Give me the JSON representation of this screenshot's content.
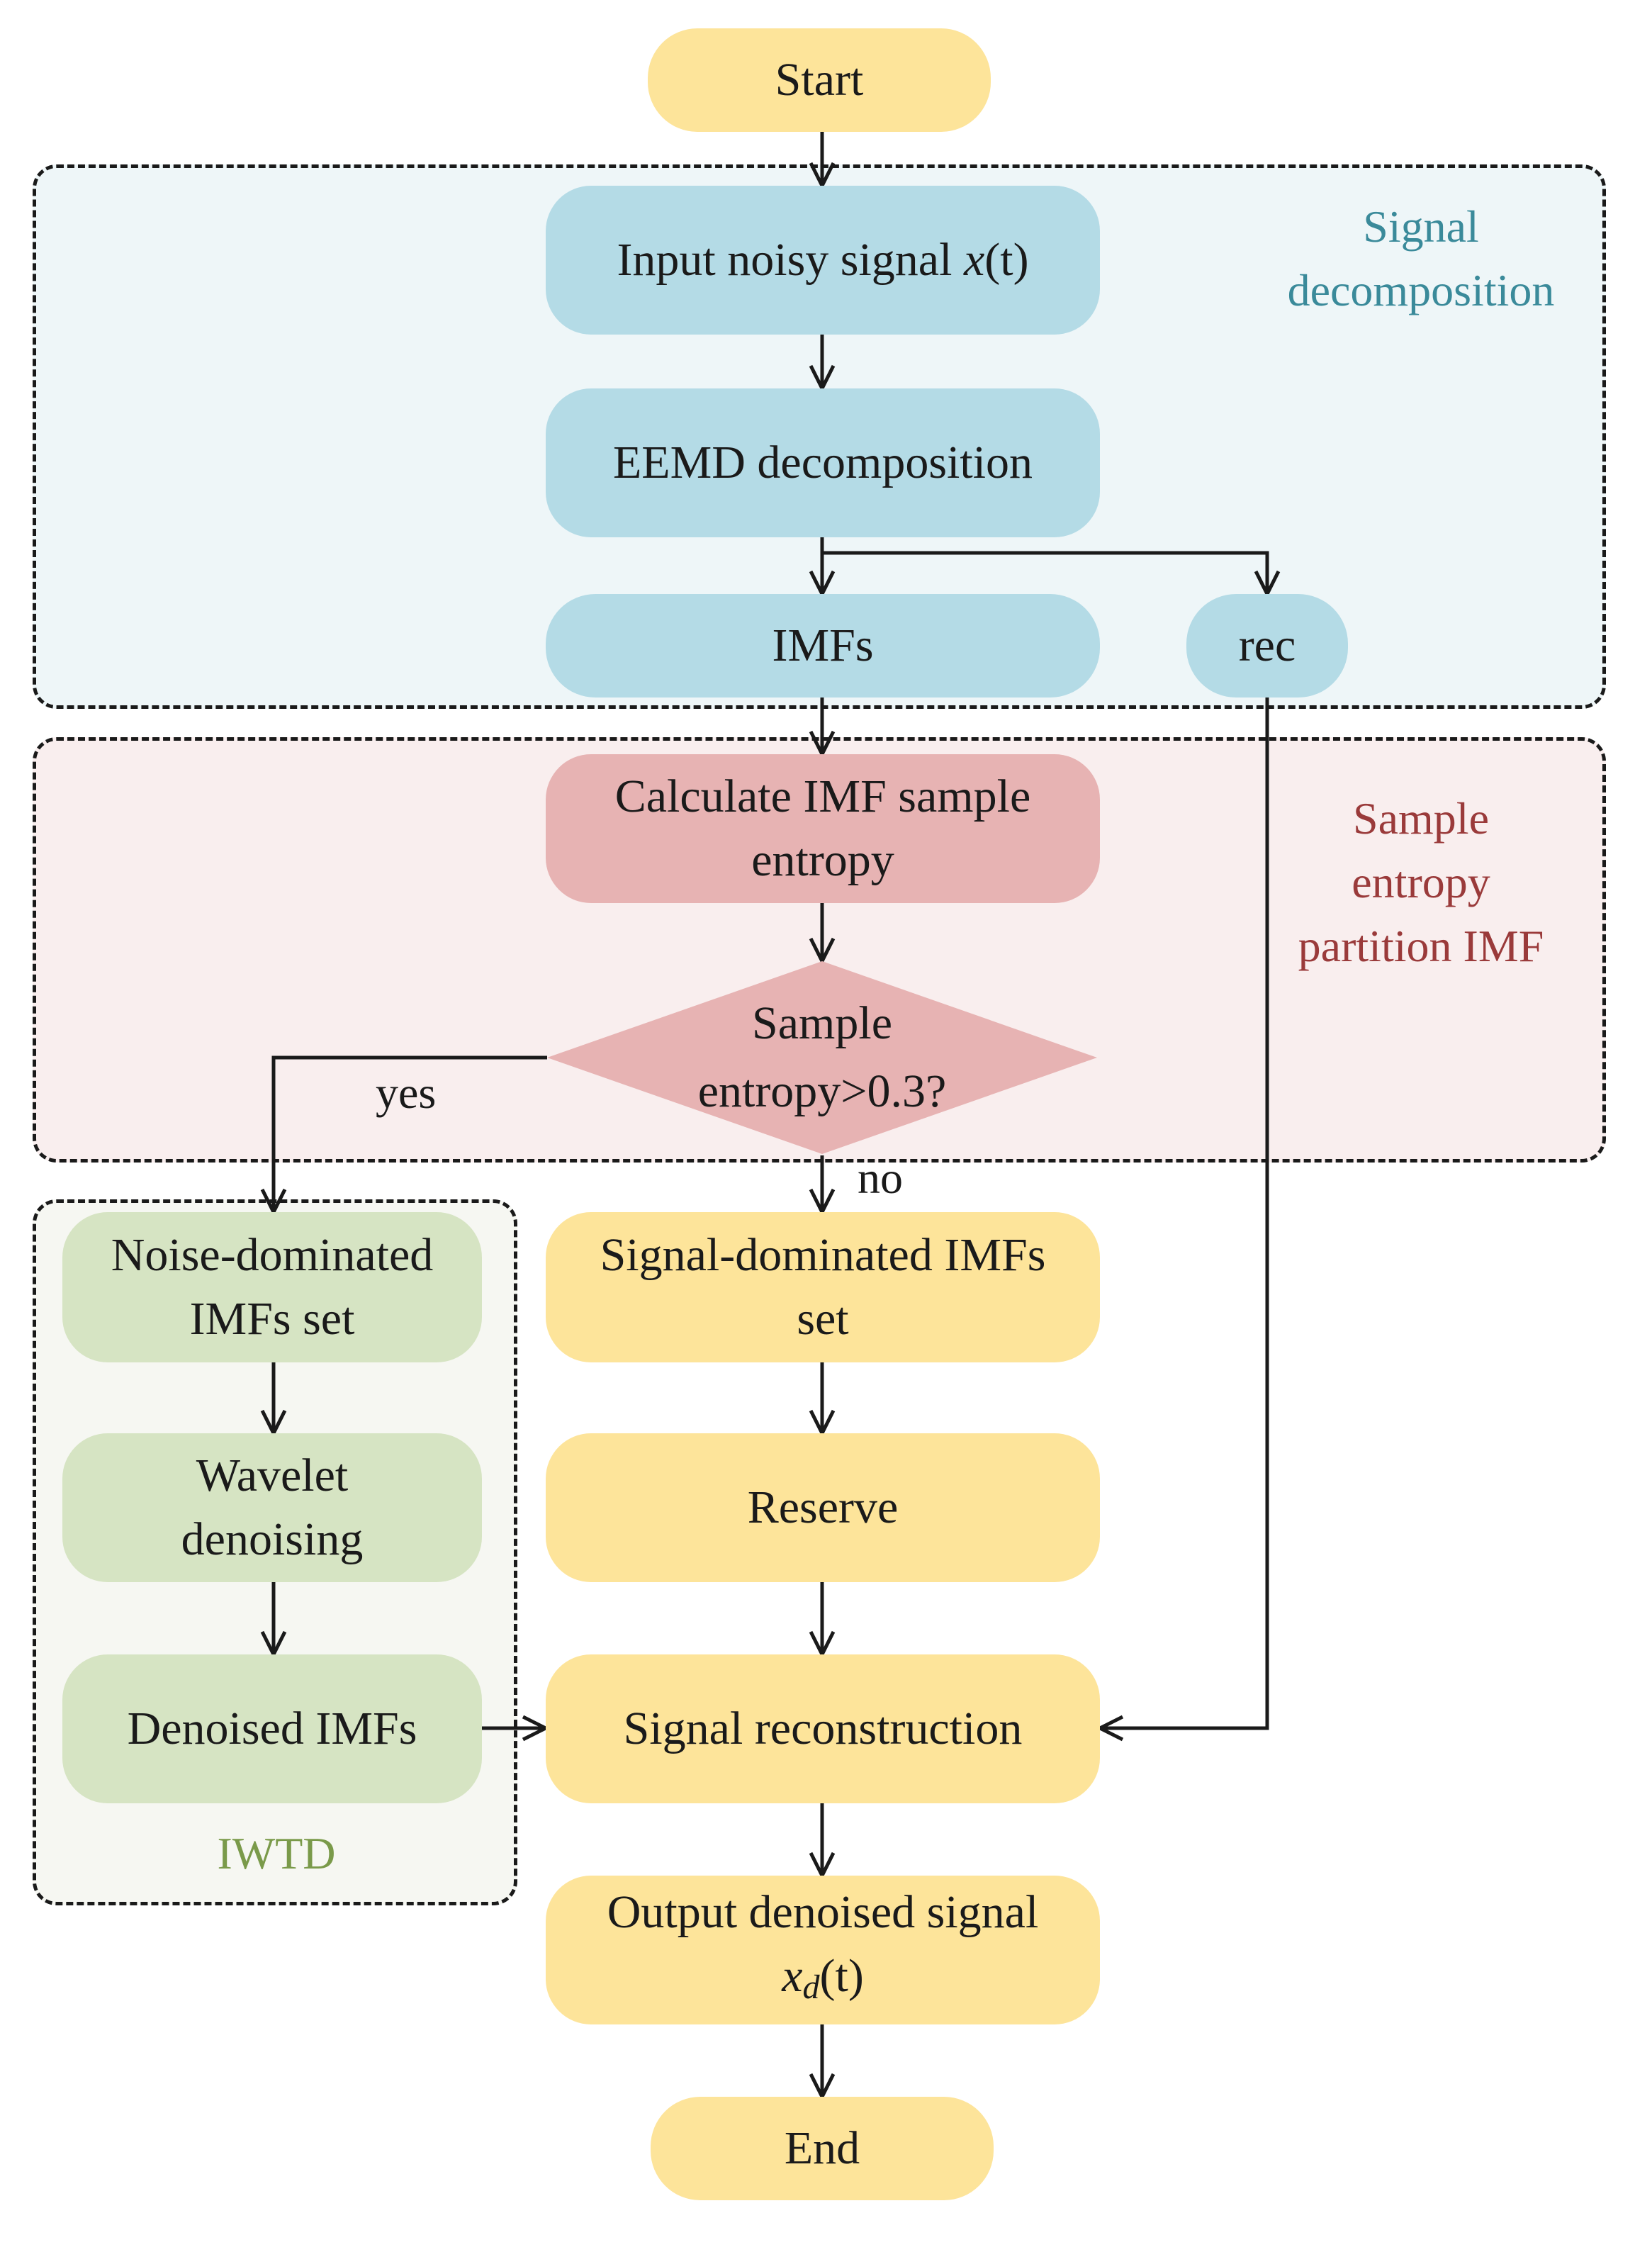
{
  "groups": {
    "decomposition": {
      "label": "Signal\ndecomposition",
      "color": "#3a8a9a",
      "fill": "#eef6f8"
    },
    "entropy": {
      "label": "Sample\nentropy\npartition IMF",
      "color": "#9a3a3a",
      "fill": "#f9eeee"
    },
    "iwtd": {
      "label": "IWTD",
      "color": "#7a9a4a",
      "fill": "#f6f7f2"
    }
  },
  "nodes": {
    "start": "Start",
    "input_prefix": "Input noisy signal ",
    "input_var": "x",
    "input_arg": "(t)",
    "eemd": "EEMD decomposition",
    "imfs": "IMFs",
    "rec": "rec",
    "calc_entropy": "Calculate IMF sample\nentropy",
    "decision": "Sample\nentropy>0.3?",
    "noise_set": "Noise-dominated\nIMFs set",
    "wavelet": "Wavelet\ndenoising",
    "denoised_imfs": "Denoised IMFs",
    "signal_set": "Signal-dominated IMFs\nset",
    "reserve": "Reserve",
    "reconstruction": "Signal reconstruction",
    "output_line1": "Output denoised signal",
    "output_var": "x",
    "output_sub": "d",
    "output_arg": "(t)",
    "end": "End"
  },
  "edge_labels": {
    "yes": "yes",
    "no": "no"
  },
  "colors": {
    "yellow": "#fde49a",
    "blue": "#b4dbe6",
    "red": "#e7b3b3",
    "green": "#d6e4c3",
    "line": "#1a1a1a"
  }
}
